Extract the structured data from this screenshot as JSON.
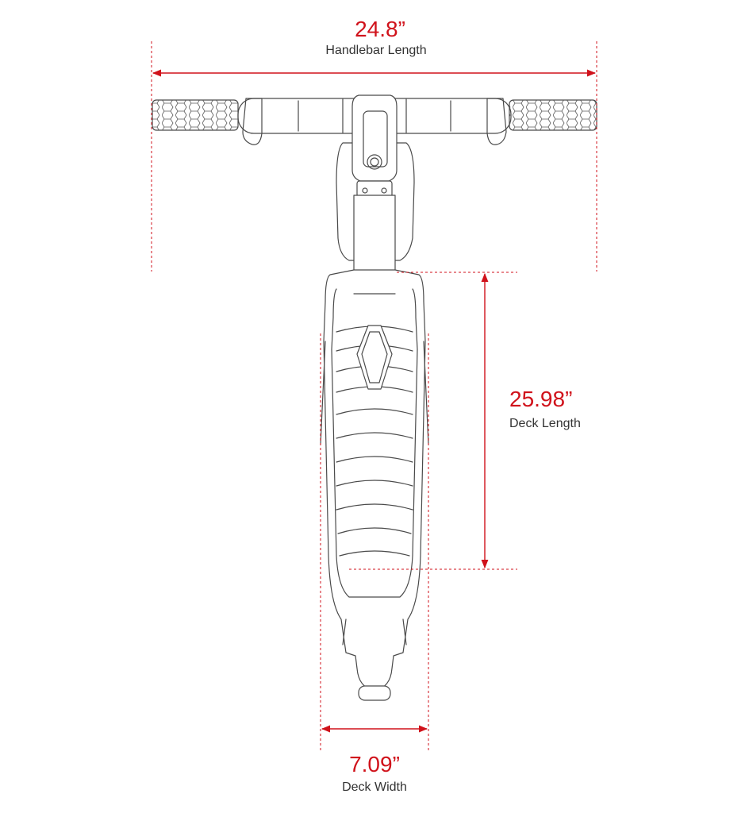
{
  "colors": {
    "accent": "#d0121b",
    "line": "#4a4a4a",
    "label": "#333333"
  },
  "dimensions": {
    "handlebar": {
      "value": "24.8”",
      "label": "Handlebar Length"
    },
    "deck_length": {
      "value": "25.98”",
      "label": "Deck Length"
    },
    "deck_width": {
      "value": "7.09”",
      "label": "Deck Width"
    }
  }
}
